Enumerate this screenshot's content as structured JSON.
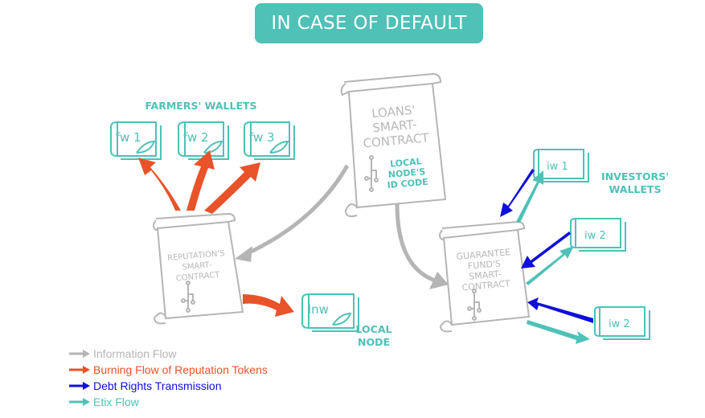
{
  "title": "IN CASE OF DEFAULT",
  "groups": {
    "farmers_wallets": "FARMERS' WALLETS",
    "investors_wallets_line1": "INVESTORS'",
    "investors_wallets_line2": "WALLETS",
    "local_node_line1": "LOCAL",
    "local_node_line2": "NODE"
  },
  "wallets": {
    "farmers": [
      "fw 1",
      "fw 2",
      "fw 3"
    ],
    "investors": [
      "iw 1",
      "iw 2",
      "iw 2"
    ],
    "local_node": "lnw"
  },
  "contracts": {
    "loans": {
      "lines": [
        "LOANS'",
        "SMART-",
        "CONTRACT"
      ],
      "sub": [
        "LOCAL",
        "NODE'S",
        "ID CODE"
      ]
    },
    "reputation": {
      "lines": [
        "REPUTATION'S",
        "SMART-",
        "CONTRACT"
      ]
    },
    "guarantee": {
      "lines": [
        "GUARANTEE",
        "FUND'S",
        "SMART-",
        "CONTRACT"
      ]
    }
  },
  "legend": [
    {
      "label": "Information Flow",
      "color": "#b5b5b5"
    },
    {
      "label": "Burning Flow of Reputation Tokens",
      "color": "#e8532a"
    },
    {
      "label": "Debt Rights Transmission",
      "color": "#1010d8"
    },
    {
      "label": "Etix Flow",
      "color": "#4fc1b7"
    }
  ],
  "colors": {
    "teal": "#4fc1b7",
    "gray": "#b5b5b5",
    "orange": "#e8532a",
    "blue": "#1010d8"
  }
}
